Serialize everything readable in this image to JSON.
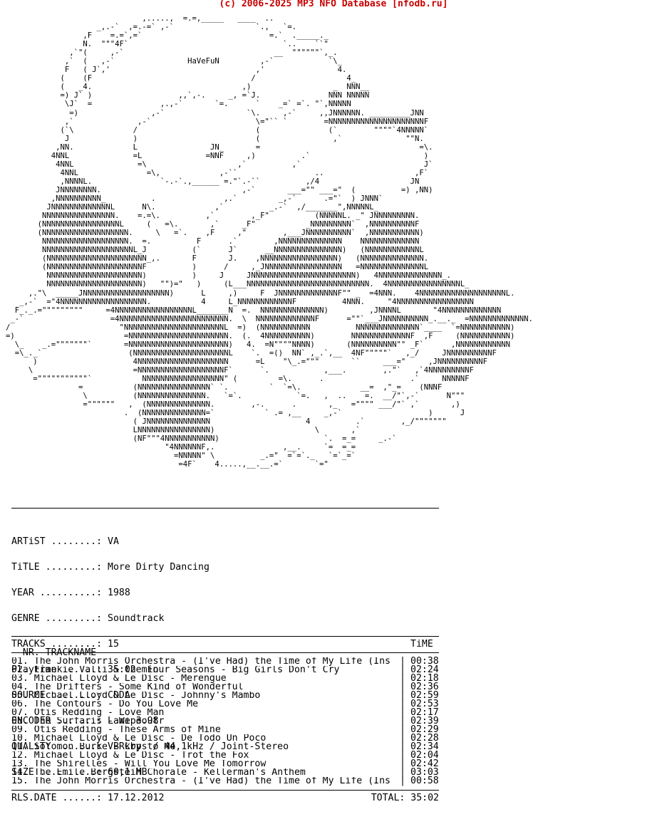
{
  "banner": "(c) 2006-2025 MP3 NFO Database [nfodb.ru]",
  "ascii_art": "                              ,.....,  =.=,_____   ____  ..\n                    _,.-`  ,=.-=` ,-`                  `.,   `=.\n                 ,F    =.=`,=`                            =.`  ._____._\n                 N.  \"\"\"4F`                                  `..    ``\"\n              ,`\"(     ,-`                                 __  \"\"\"\"\"\"`,_.\n             ,`  (   ,-`                HaVeFuN         ,-`            `\\_\n             F   ( J`,'                                ,'                4.\n            (    (F                                   /                    4_\n            (   _4.                                 ,)                  _  NNN__\n            =) J` )                   ,,`,-.     _, =`J.               NNN NNNNN\n             \\J`  =               ,.,-`       `=.      `    _=` =`. \"`,NNNNN\n              =)                ,-`                  `\\.     ,-`     ,,JNNNNNN. _________JNN\n             ,`              ,-`                       \\=\"`` `        =NNNNNNNNNNNNNNNNNNNNNF\n            (`\\             /                          (               (`        \"\"\"\"`4NNNNN`\n             J              )                          (                ,`              \"\"N.\n           ,NN.             L                JN_       =                                   =\\.\n          4NNL              =L              =NNF     ,)          .`                         )\n           4NNL              =\\                    ,`          ,`                           J`\n            4NNL               =\\,             ,-``                 ..                    ,F`\n            ,NNNNL.               `-.-`.,______ =.\"`.-``          ,/4                    JN\n           JNNNNNNNN.                               ,-`       ___=\"\" ___=\"  (          =) ,NN)\n          ,NNNNNNNNNN_          .               ,.`         _,-`      .=\"`  ) JNNN`\n         JNNNNNNNNNNNNNL      N\\.             ,`          _.-`  ,/_______\",NNNNNL_\n        NNNNNNNNNNNNNNNN.    =.=\\.          ,`        ,_F\"          (NNNNNL. _\" JNNNNNNNNN.\n       (NNNNNNNNNNNNNNNNNL     (   =\\.       ,`     _F\"           _NNNNNNNNN`  ,NNNNNNNNNNF\n       (NNNNNNNNNNNNNNNNNNN.     \\   =`.    ,F     ,\"        ,___JNNNNNNNNNN`  ,NNNNNNNNNNN)\n        NNNNNNNNNNNNNNNNNNN.  =.          F      .`        ,NNNNNNNNNNNNNN    NNNNNNNNNNNNN\n        NNNNNNNNNNNNNNNNNNNNL_J          (`      J`      __NNNNNNNNNNNNNNN)   (NNNNNNNNNNNNL\n        (NNNNNNNNNNNNNNNNNNNNNN_,.       F       J.    ,NNNNNNNNNNNNNNNNN)   (NNNNNNNNNNNNNN.\n        (NNNNNNNNNNNNNNNNNNNNNF          )      /     ,_JNNNNNNNNNNNNNNNNN   =NNNNNNNNNNNNNNL\n         NNNNNNNNNNNNNNNNNNNNN)          )     J     JNNNNNNNNNNNNNNNNNNNNNNN)   4NNNNNNNNNNNNNN_.\n         NNNNNNNNNNNNNNNNNNNNN)   \"\")=\"   )     (L___NNNNNNNNNNNNNNNNNNNNNNNNNNN.  4NNNNNNNNNNNNNNNNL_\n     ,.\"\\  _____JNNNNNNNNNNNNNNNNNNN)      L     ,)     F  JNNNNNNNNNNNNNF\"\" _  =4NNN.    4NNNNNNNNNNNNNNNNNNNL.\n   _,-`  =\"4NNNNNNNNNNNNNNNNNNN.           4     L_NNNNNNNNNNNNF          4NNN.     \"4NNNNNNNNNNNNNNNNN\n  F_._.=\"\"\"\"\"\"\"\"\"     =4NNNNNNNNNNNNNNNNNL_______N  =.  NNNNNNNNNNNNNN)         ,JNNNNL       \"4NNNNNNNNNNNNN\n _-`                   =4NNNNNNNNNNNNNNNNNNNNNNNN.  \\  NNNNNNNNNNNNNF      =\"\"`___JNNNNNNNNNN_.__._  =NNNNNNNNNNNNN.\n/                        \"NNNNNNNNNNNNNNNNNNNNNNL  =)  (NNNNNNNNNNN          NNNNNNNNNNNNNN`____  `=NNNNNNNNNNN)\n=)                        =NNNNNNNNNNNNNNNNNNNNNN.  (.  4NNNNNNNNNN)        NNNNNNNNNNNNNF  ,F     (NNNNNNNNNNN)\n  \\_    _.=\"\"\"\"\"\"\"`       =NNNNNNNNNNNNNNNNNNNNNN)   4.  =N\"\"\"\"NNNN)       (NNNNNNNNNN\"\" _F`      ,NNNNNNNNNNNN\n  =\\_._`                   (NNNNNNNNNNNNNNNNNNNNNL    `.  =()  NN` ,_.`,__  4NF\"\"\"\"\"`   ,_/     JNNNNNNNNNNF\n      )                     4NNNNNNNNNNNNNNNNNNNN      =L    \"\\_.=\"\"\"       ``     ___=\"     ,JNNNNNNNNNNF\n     \\                      =NNNNNNNNNNNNNNNNNNNF`      `.            ,___.        ,.\"`   ,`4NNNNNNNNNF\n      =\"\"\"\"\"\"\"\"\"\"\"`           NNNNNNNNNNNNNNNNNN\" (         =\\.      .                   .`     NNNNNF\n                =           (NNNNNNNNNNNNNNNN` `.         `  `=\\.             __=  ,\"_=    (NNNF\n                 \\          (NNNNNNNNNNNNNNN.   `=`.            `=.   ,  ..    =.  __/\"`,-`      N\"\"\"\n                 =\"\"\"\"\"\"   ,  (NNNNNNNNNNNNNN.        ,-.      .       ,_   =\"\"\"\" ___/\"` ,`       ,)\n                          .  (NNNNNNNNNNNNNN=`           ` .= ,__     _,-`                   )      J\n                            ( JNNNNNNNNNNNNNN                     4          .`        ,_/\"\"\"\"\"\"\"\n                            LNNNNNNNNNNNNNNNN)                      \\       ,`\n                            (NF\"\"\"4NNNNNNNNNNN)                       `.  =_=     _.-`\n                                   \"4NNNNNNF,.               ,__.     `=  =_=\n                                     =NNNNN\" \\          _.=\"  =`=`._   `=`_=`\n                                      =4F`    4.....,__.__.=`       `=\"\n",
  "info": {
    "artist_label": "ARTiST ........:",
    "artist": "VA",
    "title_label": "TiTLE .........:",
    "title": "More Dirty Dancing",
    "year_label": "YEAR ..........:",
    "year": "1988",
    "genre_label": "GENRE .........:",
    "genre": "Soundtrack",
    "tracks_label": "TRACKS ........:",
    "tracks": "15",
    "playtime_label": "Playtime ......:",
    "playtime": "35:02 min",
    "source_label": "SOURCE ........:",
    "source": "CDDA",
    "encoder_label": "ENCODER .......:",
    "encoder": "Lame 3.98r",
    "quality_label": "QUALiTY .......:",
    "quality": "VBRkbps / 44,1kHz / Joint-Stereo",
    "size_label": "SiZE ..........:",
    "size": "60,1 MB",
    "rlsdate_label": "RLS.DATE ......:",
    "rlsdate": "17.12.2012"
  },
  "tracklist": {
    "header_nr_name": "NR. TRACKNAME",
    "header_time": "TiME",
    "tracks": [
      {
        "name": "01. The John Morris Orchestra - (I've Had) the Time of My Life (Ins",
        "time": "00:38"
      },
      {
        "name": "02. Frankie Valli & the Four Seasons - Big Girls Don't Cry",
        "time": "02:24"
      },
      {
        "name": "03. Michael Lloyd & Le Disc - Merengue",
        "time": "02:18"
      },
      {
        "name": "04. The Drifters - Some Kind of Wonderful",
        "time": "02:36"
      },
      {
        "name": "05. Michael Lloyd & Le Disc - Johnny's Mambo",
        "time": "02:59"
      },
      {
        "name": "06. The Contours - Do You Love Me",
        "time": "02:53"
      },
      {
        "name": "07. Otis Redding - Love Man",
        "time": "02:17"
      },
      {
        "name": "08. The Surfaris - Wipeout",
        "time": "02:39"
      },
      {
        "name": "09. Otis Redding - These Arms of Mine",
        "time": "02:29"
      },
      {
        "name": "10. Michael Lloyd & Le Disc - De Todo Un Poco",
        "time": "02:28"
      },
      {
        "name": "11. Solomon Burke - Cry to Me",
        "time": "02:34"
      },
      {
        "name": "12. Michael Lloyd & Le Disc - Trot the Fox",
        "time": "02:04"
      },
      {
        "name": "13. The Shirelles - Will You Love Me Tomorrow",
        "time": "02:42"
      },
      {
        "name": "14. The Emile Bergstein Chorale - Kellerman's Anthem",
        "time": "03:03"
      },
      {
        "name": "15. The John Morris Orchestra - (I've Had) the Time of My Life (Ins",
        "time": "00:58"
      }
    ],
    "separator": "|",
    "total": "TOTAL: 35:02"
  },
  "colors": {
    "banner": "#c80000",
    "text": "#000000",
    "background": "#ffffff"
  }
}
